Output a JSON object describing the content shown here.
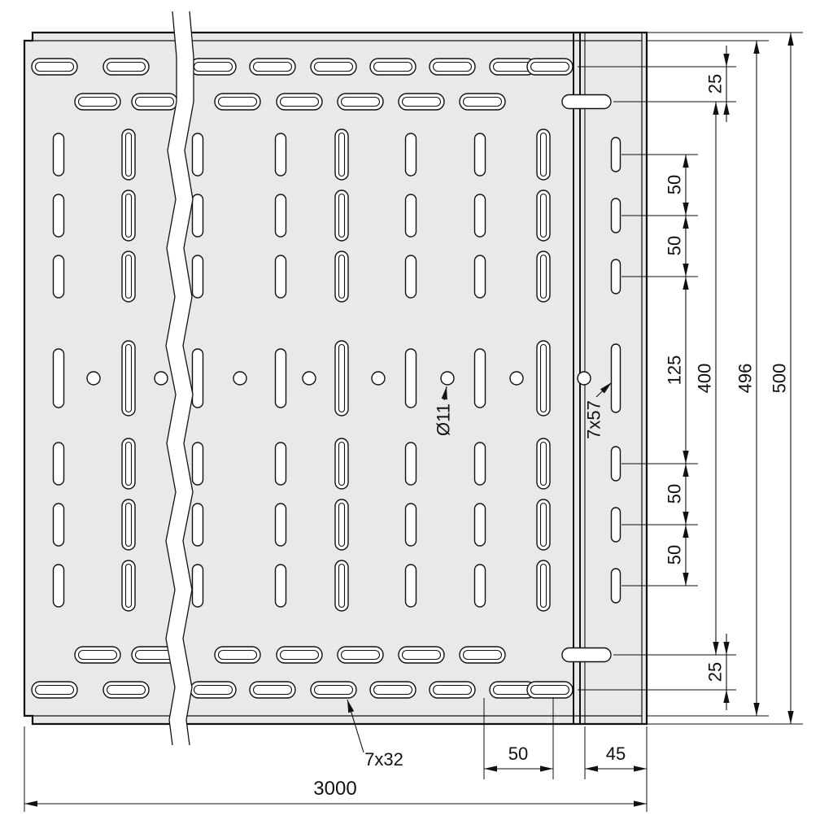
{
  "drawing": {
    "colors": {
      "background": "#ffffff",
      "plate": "#e9e9e9",
      "line": "#111111"
    },
    "right_dims": {
      "top_offset": "25",
      "pitch_1": "50",
      "pitch_2": "50",
      "mid_pitch": "125",
      "tab_span": "400",
      "inner_width": "496",
      "overall_width": "500",
      "pitch_3": "50",
      "pitch_4": "50",
      "bottom_offset": "25"
    },
    "bottom_dims": {
      "slot_pitch": "50",
      "end_width": "45",
      "overall_length": "3000"
    },
    "callouts": {
      "long_slot": "7x57",
      "round_hole": "Ø11",
      "short_slot": "7x32"
    }
  }
}
